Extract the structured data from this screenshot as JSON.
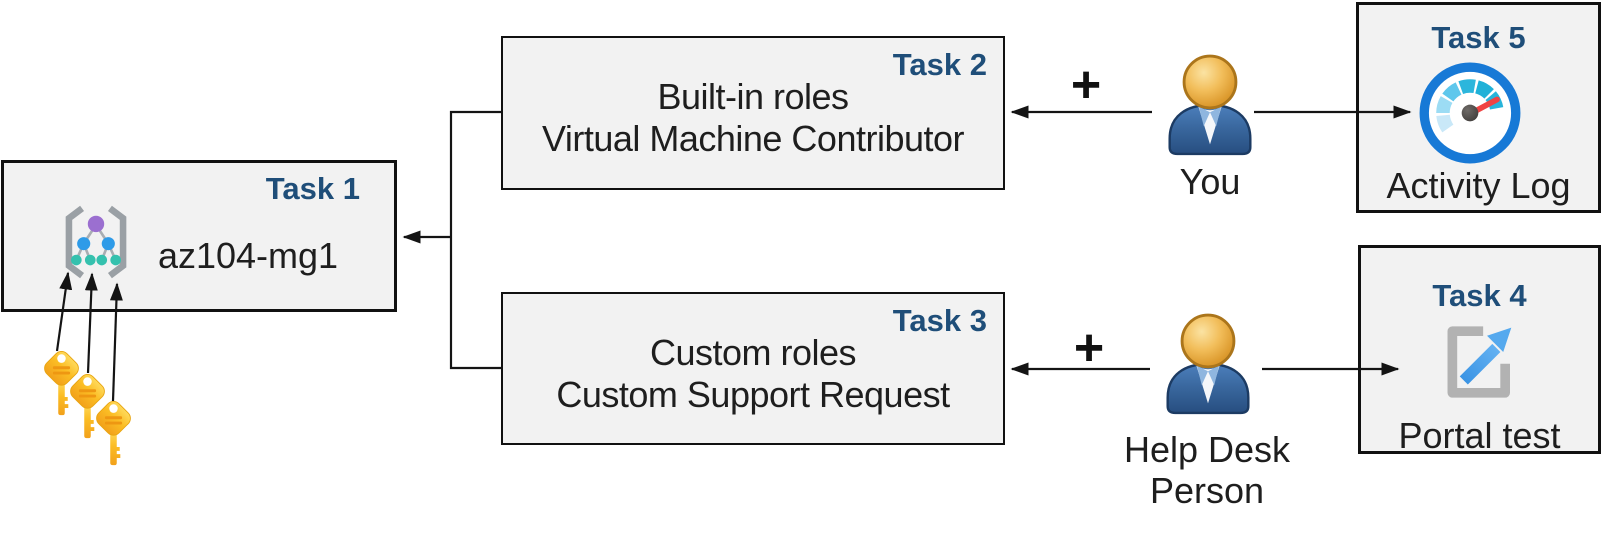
{
  "diagram": {
    "background": "#ffffff",
    "colors": {
      "box_fill": "#f2f2f2",
      "box_border": "#111111",
      "task_title": "#1f4e79",
      "body_text": "#1e1e1e",
      "arrow": "#141414",
      "key_gold": "#fbbd24",
      "person_body_blue": "#3a689f",
      "person_head_gold": "#e8ab42",
      "gauge_ring_blue": "#1779d6",
      "gauge_segment_teal": "#1fb1d8",
      "gauge_needle_red": "#f04343",
      "portal_arrow_blue": "#459fe9",
      "bracket_gray": "#9aa0a5",
      "mg_node_purple": "#9b6fd0",
      "mg_node_blue": "#2e9be8",
      "mg_node_teal": "#35c1ae"
    },
    "boxes": {
      "task1": {
        "title": "Task 1",
        "label": "az104-mg1"
      },
      "task2": {
        "title": "Task 2",
        "line1": "Built-in roles",
        "line2": "Virtual Machine Contributor"
      },
      "task3": {
        "title": "Task 3",
        "line1": "Custom roles",
        "line2": "Custom Support Request"
      },
      "task4": {
        "title": "Task 4",
        "label": "Portal test"
      },
      "task5": {
        "title": "Task 5",
        "label": "Activity Log"
      }
    },
    "actors": {
      "you": {
        "label": "You"
      },
      "help_desk": {
        "label_line1": "Help Desk",
        "label_line2": "Person"
      }
    },
    "operators": {
      "plus_top": "+",
      "plus_bottom": "+"
    },
    "icons": [
      {
        "name": "management-group-icon"
      },
      {
        "name": "key-icon"
      },
      {
        "name": "person-icon"
      },
      {
        "name": "activity-log-gauge-icon"
      },
      {
        "name": "portal-external-link-icon"
      }
    ],
    "connections": [
      {
        "from": "keys",
        "to": "task1-management-group"
      },
      {
        "from": "task2",
        "to": "task1"
      },
      {
        "from": "task3",
        "to": "task1"
      },
      {
        "from": "you",
        "to": "task2",
        "operator": "+"
      },
      {
        "from": "you",
        "to": "task5-activity-log"
      },
      {
        "from": "help-desk-person",
        "to": "task3",
        "operator": "+"
      },
      {
        "from": "help-desk-person",
        "to": "task4-portal-test"
      }
    ]
  }
}
